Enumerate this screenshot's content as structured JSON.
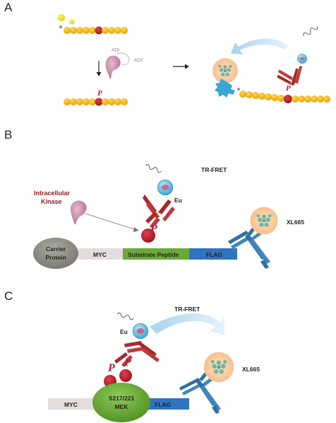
{
  "panels": {
    "a": "A",
    "b": "B",
    "c": "C"
  },
  "labels": {
    "atp": "ATP",
    "acp": "ACP",
    "p": "P",
    "tr_fret": "TR-FRET",
    "eu": "Eu",
    "xl665": "XL665",
    "intracellular_kinase_line1": "Intracellular",
    "intracellular_kinase_line2": "Kinase",
    "carrier_line1": "Carrier",
    "carrier_line2": "Protein",
    "myc": "MYC",
    "substrate_peptide": "Substrate Peptide",
    "flag": "FLAG",
    "mek_line1": "S217/221",
    "mek_line2": "MEK"
  },
  "colors": {
    "bead": "#f5b400",
    "bead_red": "#c41e2a",
    "kinase": "#c98aa6",
    "antibody_red": "#a52a2a",
    "antibody_blue": "#2d6fa3",
    "donor_blue": "#4fb3e0",
    "acceptor_halo": "#f8c79a",
    "acceptor_core": "#6cb7a5",
    "substrate_green": "#6aaa38",
    "flag_blue": "#2f74c0",
    "myc_grey": "#e4dddd",
    "carrier_grey": "#8b8b84"
  },
  "icons": [
    "kinase-icon",
    "antibody-icon",
    "europium-donor-icon",
    "xl665-acceptor-icon",
    "emission-wave-icon",
    "phospho-icon"
  ]
}
